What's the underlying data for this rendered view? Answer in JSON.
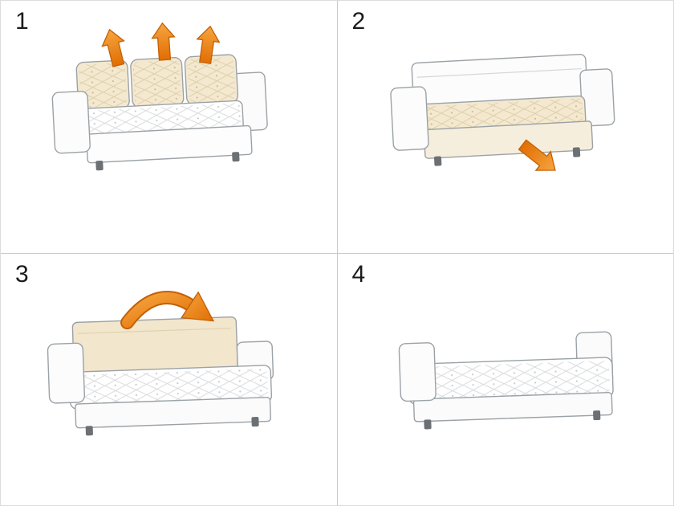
{
  "diagram": {
    "kind": "sofa-bed-conversion-steps",
    "panel_count": 4
  },
  "steps": [
    {
      "label": "1",
      "illustration": "sofa-with-back-cushions",
      "arrow_icons": [
        "up-arrow-icon",
        "up-arrow-icon",
        "up-arrow-icon"
      ]
    },
    {
      "label": "2",
      "illustration": "sofa-without-back-cushions",
      "arrow_icons": [
        "pull-out-arrow-icon"
      ]
    },
    {
      "label": "3",
      "illustration": "sofa-backrest-folding",
      "arrow_icons": [
        "fold-down-curved-arrow-icon"
      ]
    },
    {
      "label": "4",
      "illustration": "sofa-as-flat-bed",
      "arrow_icons": []
    }
  ],
  "colors": {
    "accent_orange": "#ee7d0e",
    "accent_orange_dark": "#c36004",
    "cushion_cream": "#f4e9d0",
    "outline_gray": "#9ba1a5",
    "divider_gray": "#c9c9c9"
  }
}
